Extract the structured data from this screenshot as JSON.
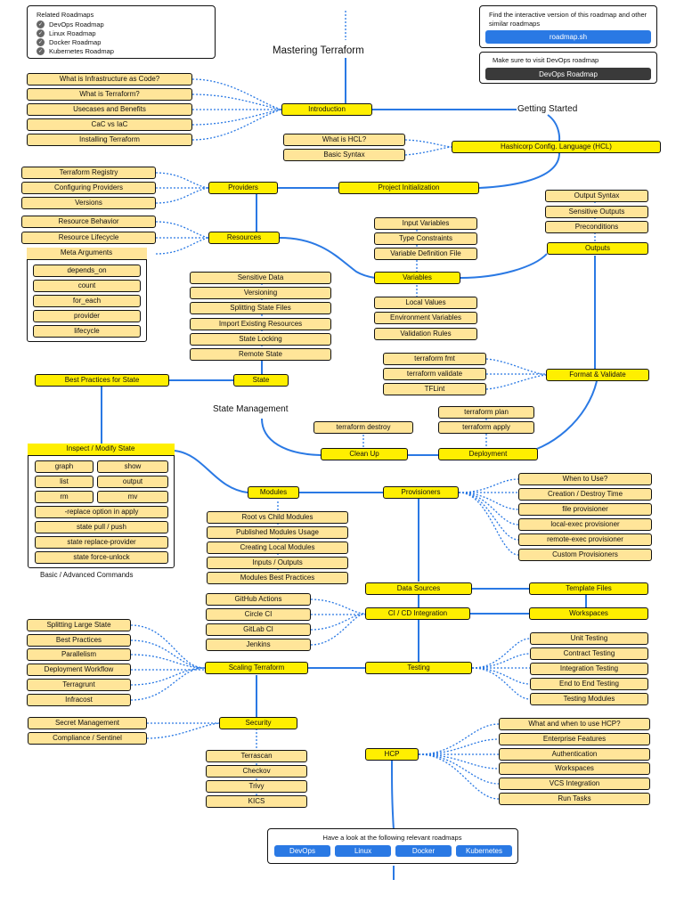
{
  "title": "Mastering Terraform",
  "related": {
    "heading": "Related Roadmaps",
    "items": [
      "DevOps Roadmap",
      "Linux Roadmap",
      "Docker Roadmap",
      "Kubernetes Roadmap"
    ]
  },
  "promo": {
    "interactive_text": "Find the interactive version of this roadmap and other similar roadmaps",
    "interactive_button": "roadmap.sh",
    "visit_text": "Make sure to visit DevOps roadmap",
    "visit_button": "DevOps Roadmap"
  },
  "labels": {
    "getting_started": "Getting Started",
    "state_management": "State Management",
    "basic_advanced": "Basic / Advanced Commands"
  },
  "topics": {
    "introduction": "Introduction",
    "hcl": "Hashicorp Config. Language (HCL)",
    "project_init": "Project Initialization",
    "providers": "Providers",
    "resources": "Resources",
    "variables": "Variables",
    "outputs": "Outputs",
    "state": "State",
    "best_practices_state": "Best Practices for State",
    "format_validate": "Format & Validate",
    "clean_up": "Clean Up",
    "deployment": "Deployment",
    "inspect_modify": "Inspect / Modify State",
    "modules": "Modules",
    "provisioners": "Provisioners",
    "data_sources": "Data Sources",
    "template_files": "Template Files",
    "cicd": "CI / CD Integration",
    "workspaces": "Workspaces",
    "scaling": "Scaling Terraform",
    "testing": "Testing",
    "security": "Security",
    "hcp": "HCP"
  },
  "subtopics": {
    "intro_items": [
      "What is Infrastructure as Code?",
      "What is Terraform?",
      "Usecases and Benefits",
      "CaC vs IaC",
      "Installing Terraform"
    ],
    "hcl_items": [
      "What is HCL?",
      "Basic Syntax"
    ],
    "provider_items": [
      "Terraform Registry",
      "Configuring Providers",
      "Versions"
    ],
    "resource_items": [
      "Resource Behavior",
      "Resource Lifecycle",
      "Meta Arguments"
    ],
    "meta_items": [
      "depends_on",
      "count",
      "for_each",
      "provider",
      "lifecycle"
    ],
    "variable_items_top": [
      "Input Variables",
      "Type Constraints",
      "Variable Definition File"
    ],
    "variable_items_bottom": [
      "Local Values",
      "Environment Variables",
      "Validation Rules"
    ],
    "output_items": [
      "Output Syntax",
      "Sensitive Outputs",
      "Preconditions"
    ],
    "state_items": [
      "Sensitive Data",
      "Versioning",
      "Splitting State Files",
      "Import Existing Resources",
      "State Locking",
      "Remote State"
    ],
    "format_items": [
      "terraform fmt",
      "terraform validate",
      "TFLint"
    ],
    "clean_items": [
      "terraform destroy"
    ],
    "deploy_items": [
      "terraform plan",
      "terraform apply"
    ],
    "inspect_grid": [
      "graph",
      "show",
      "list",
      "output",
      "rm",
      "mv"
    ],
    "inspect_items": [
      "-replace option in apply",
      "state pull / push",
      "state replace-provider",
      "state force-unlock"
    ],
    "module_items": [
      "Root vs Child Modules",
      "Published Modules Usage",
      "Creating Local Modules",
      "Inputs / Outputs",
      "Modules Best Practices"
    ],
    "provisioner_items": [
      "When to Use?",
      "Creation / Destroy Time",
      "file provisioner",
      "local-exec provisioner",
      "remote-exec provisioner",
      "Custom Provisioners"
    ],
    "ci_items": [
      "GitHub Actions",
      "Circle CI",
      "GitLab CI",
      "Jenkins"
    ],
    "scaling_items": [
      "Splitting Large State",
      "Best Practices",
      "Parallelism",
      "Deployment Workflow",
      "Terragrunt",
      "Infracost"
    ],
    "testing_items": [
      "Unit Testing",
      "Contract Testing",
      "Integration Testing",
      "End to End Testing",
      "Testing Modules"
    ],
    "security_items": [
      "Secret Management",
      "Compliance / Sentinel"
    ],
    "security_tools": [
      "Terrascan",
      "Checkov",
      "Trivy",
      "KICS"
    ],
    "hcp_items": [
      "What and when to use HCP?",
      "Enterprise Features",
      "Authentication",
      "Workspaces",
      "VCS Integration",
      "Run Tasks"
    ]
  },
  "footer": {
    "text": "Have a look at the following relevant roadmaps",
    "buttons": [
      "DevOps",
      "Linux",
      "Docker",
      "Kubernetes"
    ]
  },
  "colors": {
    "topic": "#ffef00",
    "subtopic": "#ffe599",
    "line": "#2a79e4",
    "button": "#2a79e4",
    "dark_button": "#3a3a3a"
  }
}
